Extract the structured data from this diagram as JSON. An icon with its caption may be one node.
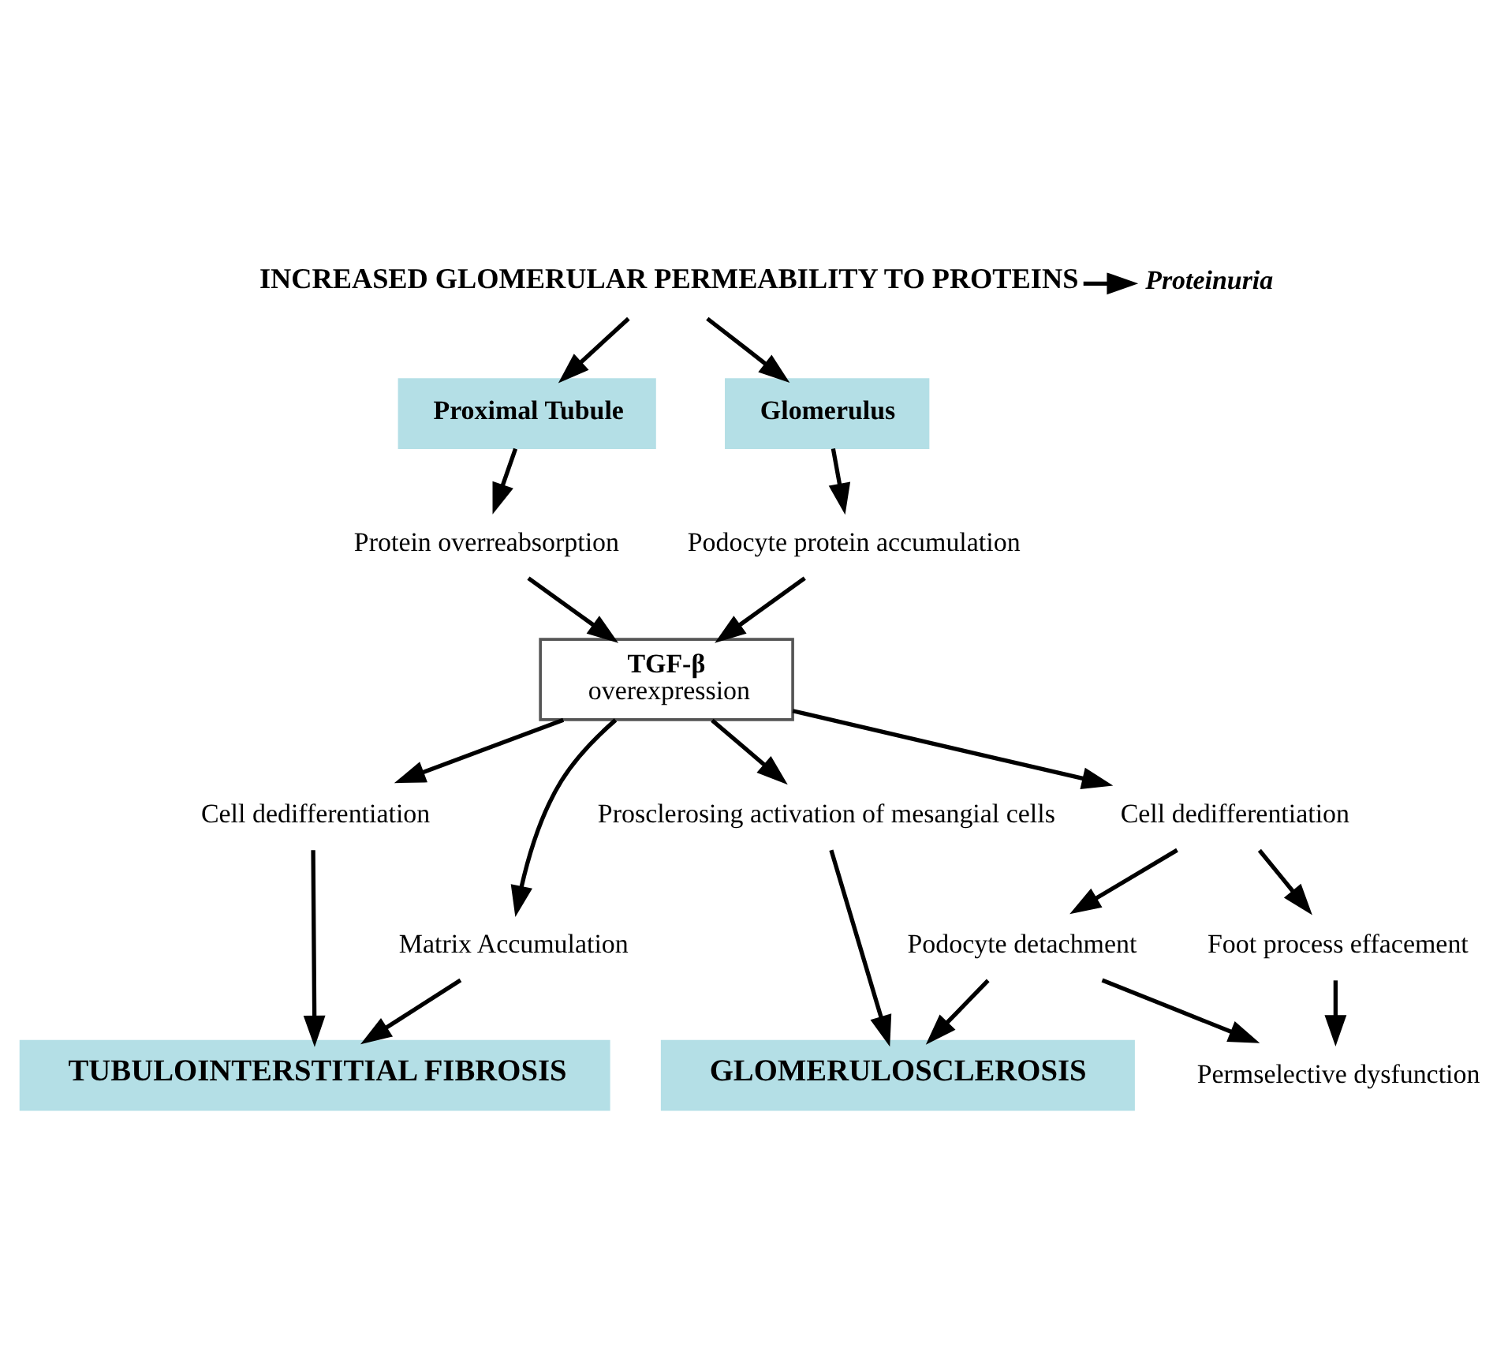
{
  "diagram": {
    "nodes": [
      {
        "text": [
          "INCREASED GLOMERULAR PERMEABILITY TO PROTEINS"
        ]
      },
      {
        "text": [
          "Proteinuria"
        ]
      },
      {
        "text": [
          "Proximal Tubule"
        ]
      },
      {
        "text": [
          "Glomerulus"
        ]
      },
      {
        "text": [
          "Protein overreabsorption"
        ]
      },
      {
        "text": [
          "Podocyte protein accumulation"
        ]
      },
      {
        "text": [
          "TGF-β",
          "overexpression"
        ]
      },
      {
        "text": [
          "Cell dedifferentiation"
        ]
      },
      {
        "text": [
          "Matrix Accumulation"
        ]
      },
      {
        "text": [
          "Prosclerosing activation of mesangial cells"
        ]
      },
      {
        "text": [
          "Cell dedifferentiation"
        ]
      },
      {
        "text": [
          "Podocyte detachment"
        ]
      },
      {
        "text": [
          "Foot process effacement"
        ]
      },
      {
        "text": [
          "TUBULOINTERSTITIAL FIBROSIS"
        ]
      },
      {
        "text": [
          "GLOMERULOSCLEROSIS"
        ]
      },
      {
        "text": [
          "Permselective dysfunction"
        ]
      }
    ],
    "edges": [
      {
        "from": 0,
        "to": 1,
        "arrow": "to"
      },
      {
        "from": 0,
        "to": 2,
        "arrow": "to"
      },
      {
        "from": 0,
        "to": 3,
        "arrow": "to"
      },
      {
        "from": 2,
        "to": 4,
        "arrow": "to"
      },
      {
        "from": 3,
        "to": 5,
        "arrow": "to"
      },
      {
        "from": 4,
        "to": 6,
        "arrow": "to"
      },
      {
        "from": 5,
        "to": 6,
        "arrow": "to"
      },
      {
        "from": 6,
        "to": 7,
        "arrow": "to"
      },
      {
        "from": 6,
        "to": 8,
        "arrow": "to"
      },
      {
        "from": 6,
        "to": 9,
        "arrow": "to"
      },
      {
        "from": 6,
        "to": 10,
        "arrow": "to"
      },
      {
        "from": 7,
        "to": 13,
        "arrow": "to"
      },
      {
        "from": 8,
        "to": 13,
        "arrow": "to"
      },
      {
        "from": 9,
        "to": 14,
        "arrow": "to"
      },
      {
        "from": 10,
        "to": 11,
        "arrow": "to"
      },
      {
        "from": 10,
        "to": 12,
        "arrow": "to"
      },
      {
        "from": 11,
        "to": 14,
        "arrow": "to"
      },
      {
        "from": 11,
        "to": 15,
        "arrow": "to"
      },
      {
        "from": 12,
        "to": 15,
        "arrow": "to"
      }
    ]
  }
}
